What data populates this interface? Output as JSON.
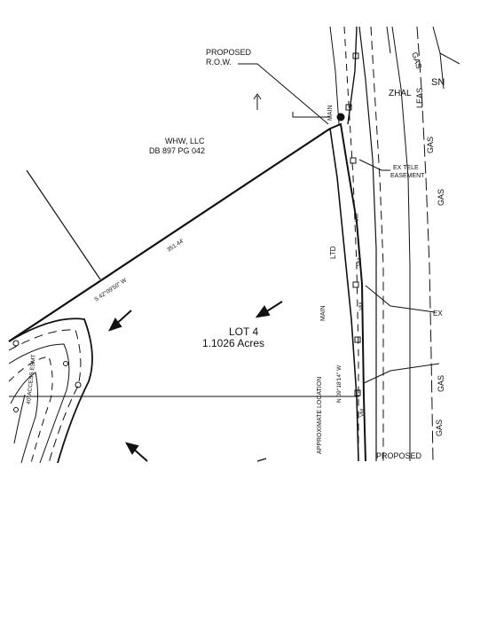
{
  "labels": {
    "proposed_row_line1": "PROPOSED",
    "proposed_row_line2": "R.O.W.",
    "owner_name": "WHW, LLC",
    "owner_deed": "DB 897 PG 042",
    "bearing_top": "S 42°09'50\" W",
    "distance_top": "351.44'",
    "lot_name": "LOT 4",
    "lot_area": "1.1026 Acres",
    "ex_tele_line1": "EX TELE",
    "ex_tele_line2": "EASEMENT",
    "main_top": "MAIN",
    "main_mid": "MAIN",
    "approx_location": "APPROXIMATE LOCATION",
    "bearing_right": "N 09°18'14\" W",
    "proposed_bottom": "PROPOSED",
    "access_esmt": "40' ACCESS ESMT",
    "zhal": "ZHAL",
    "leas": "LEAS",
    "sn": "SN",
    "gas": "GAS",
    "ltd": "LTD",
    "ex": "EX",
    "small_tag": "VM"
  },
  "colors": {
    "ink": "#111111",
    "paper": "#ffffff"
  }
}
